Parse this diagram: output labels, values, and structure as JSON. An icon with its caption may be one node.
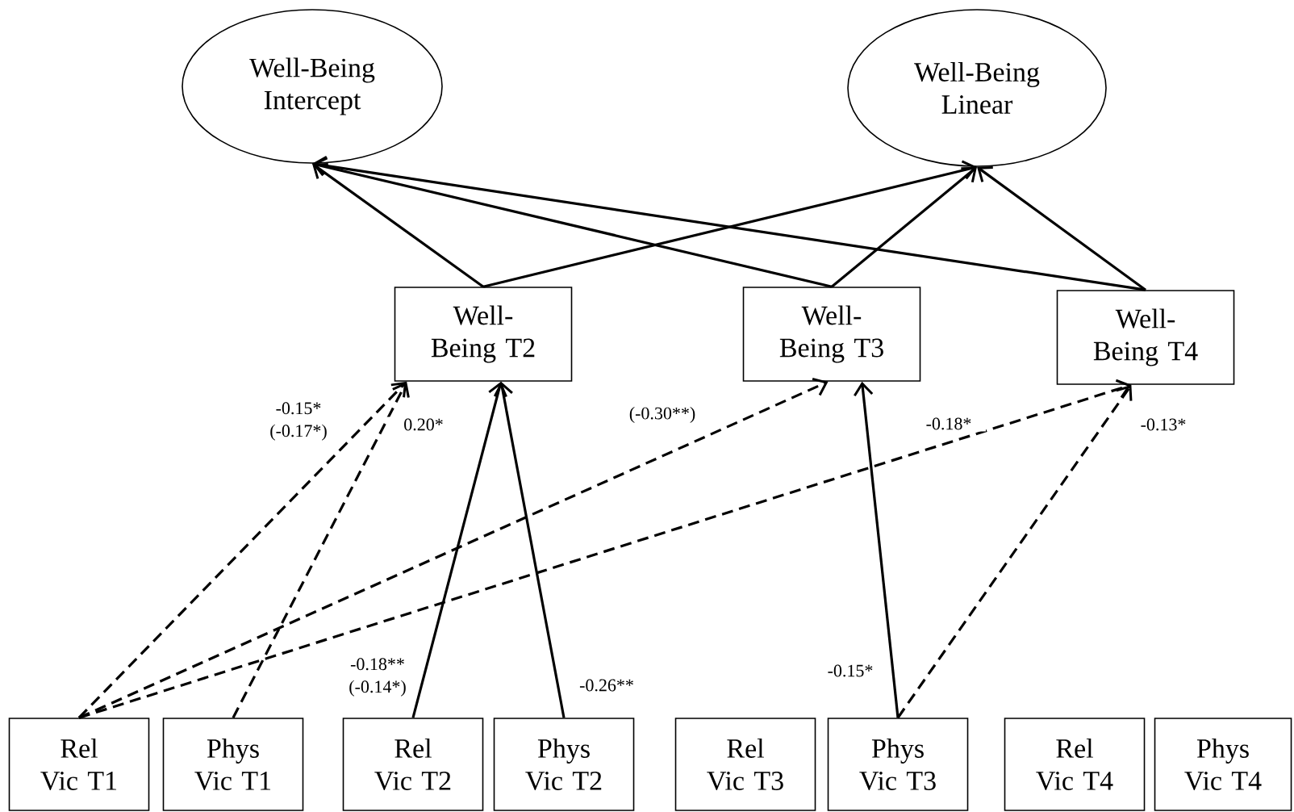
{
  "diagram": {
    "nodes": [
      {
        "text": [
          "Well-Being Intercept"
        ]
      },
      {
        "text": [
          "Well-Being Linear"
        ]
      },
      {
        "text": [
          "Well-Being T2"
        ]
      },
      {
        "text": [
          "Well-Being T3"
        ]
      },
      {
        "text": [
          "Well-Being T4"
        ]
      },
      {
        "text": [
          "Rel Vic T1"
        ]
      },
      {
        "text": [
          "Phys Vic T1"
        ]
      },
      {
        "text": [
          "Rel Vic T2"
        ]
      },
      {
        "text": [
          "Phys Vic T2"
        ]
      },
      {
        "text": [
          "Rel Vic T3"
        ]
      },
      {
        "text": [
          "Phys Vic T3"
        ]
      },
      {
        "text": [
          "Rel Vic T4"
        ]
      },
      {
        "text": [
          "Phys Vic T4"
        ]
      }
    ],
    "edges": [
      {
        "from": 2,
        "to": 0,
        "arrow": "to"
      },
      {
        "from": 2,
        "to": 1,
        "arrow": "to"
      },
      {
        "from": 3,
        "to": 0,
        "arrow": "to"
      },
      {
        "from": 3,
        "to": 1,
        "arrow": "to"
      },
      {
        "from": 4,
        "to": 0,
        "arrow": "to"
      },
      {
        "from": 4,
        "to": 1,
        "arrow": "to"
      },
      {
        "from": 5,
        "to": 2,
        "arrow": "to",
        "style": "dashed",
        "label": "-0.15* (-0.17*)"
      },
      {
        "from": 6,
        "to": 2,
        "arrow": "to",
        "style": "dashed",
        "label": "0.20*"
      },
      {
        "from": 5,
        "to": 3,
        "arrow": "to",
        "style": "dashed",
        "label": "(-0.30**)"
      },
      {
        "from": 5,
        "to": 4,
        "arrow": "to",
        "style": "dashed",
        "label": "-0.18*"
      },
      {
        "from": 7,
        "to": 2,
        "arrow": "to",
        "label": "-0.18** (-0.14*)"
      },
      {
        "from": 8,
        "to": 2,
        "arrow": "to",
        "label": "-0.26**"
      },
      {
        "from": 10,
        "to": 3,
        "arrow": "to",
        "label": "-0.15*"
      },
      {
        "from": 10,
        "to": 4,
        "arrow": "to",
        "style": "dashed",
        "label": "-0.13*"
      }
    ]
  }
}
